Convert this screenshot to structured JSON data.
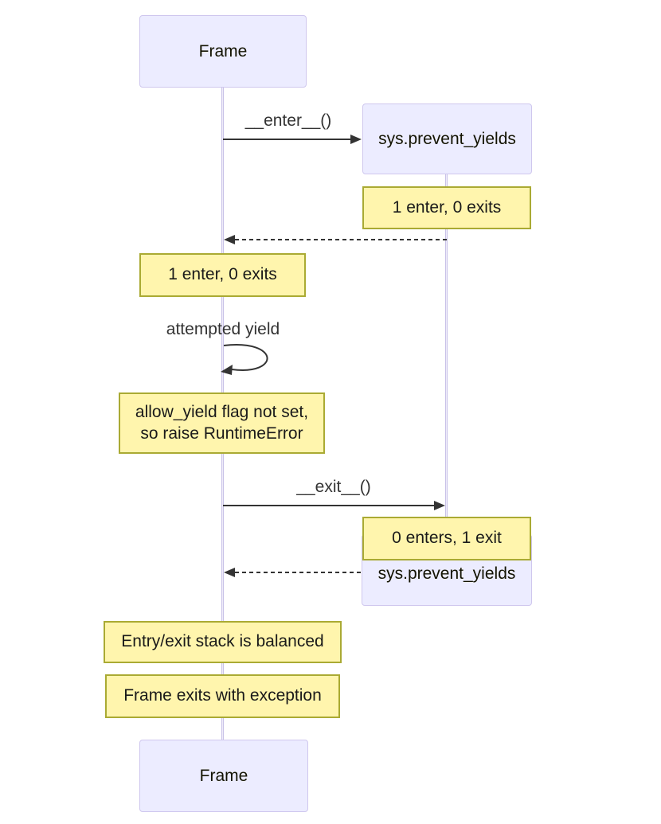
{
  "diagram": {
    "kind": "sequence-diagram",
    "actors": {
      "frame": {
        "label": "Frame"
      },
      "sys": {
        "label": "sys.prevent_yields"
      }
    },
    "messages": {
      "enter": {
        "label": "__enter__()",
        "style": "solid-arrow",
        "from": "Frame",
        "to": "sys.prevent_yields"
      },
      "return_after_enter": {
        "label": "",
        "style": "dashed-arrow",
        "from": "sys.prevent_yields",
        "to": "Frame"
      },
      "self_loop": {
        "label": "attempted yield",
        "style": "self-arrow",
        "from": "Frame",
        "to": "Frame"
      },
      "exit": {
        "label": "__exit__()",
        "style": "solid-arrow",
        "from": "Frame",
        "to": "sys.prevent_yields"
      },
      "return_after_exit": {
        "label": "",
        "style": "dashed-arrow",
        "from": "sys.prevent_yields",
        "to": "Frame"
      }
    },
    "notes": {
      "right_enter": "1 enter, 0 exits",
      "left_enter": "1 enter, 0 exits",
      "flag_line1": "allow_yield flag not set,",
      "flag_line2": "so raise RuntimeError",
      "right_exit": "0 enters, 1 exit",
      "balanced": "Entry/exit stack is balanced",
      "exception": "Frame exits with exception"
    },
    "colors": {
      "actor_fill": "#ECECFF",
      "actor_border": "#CFC7EE",
      "note_fill": "#FFF5AD",
      "note_border": "#AAAA33",
      "lifeline": "#C9C2E8",
      "arrow": "#333333",
      "text": "#1A1A1A"
    }
  }
}
